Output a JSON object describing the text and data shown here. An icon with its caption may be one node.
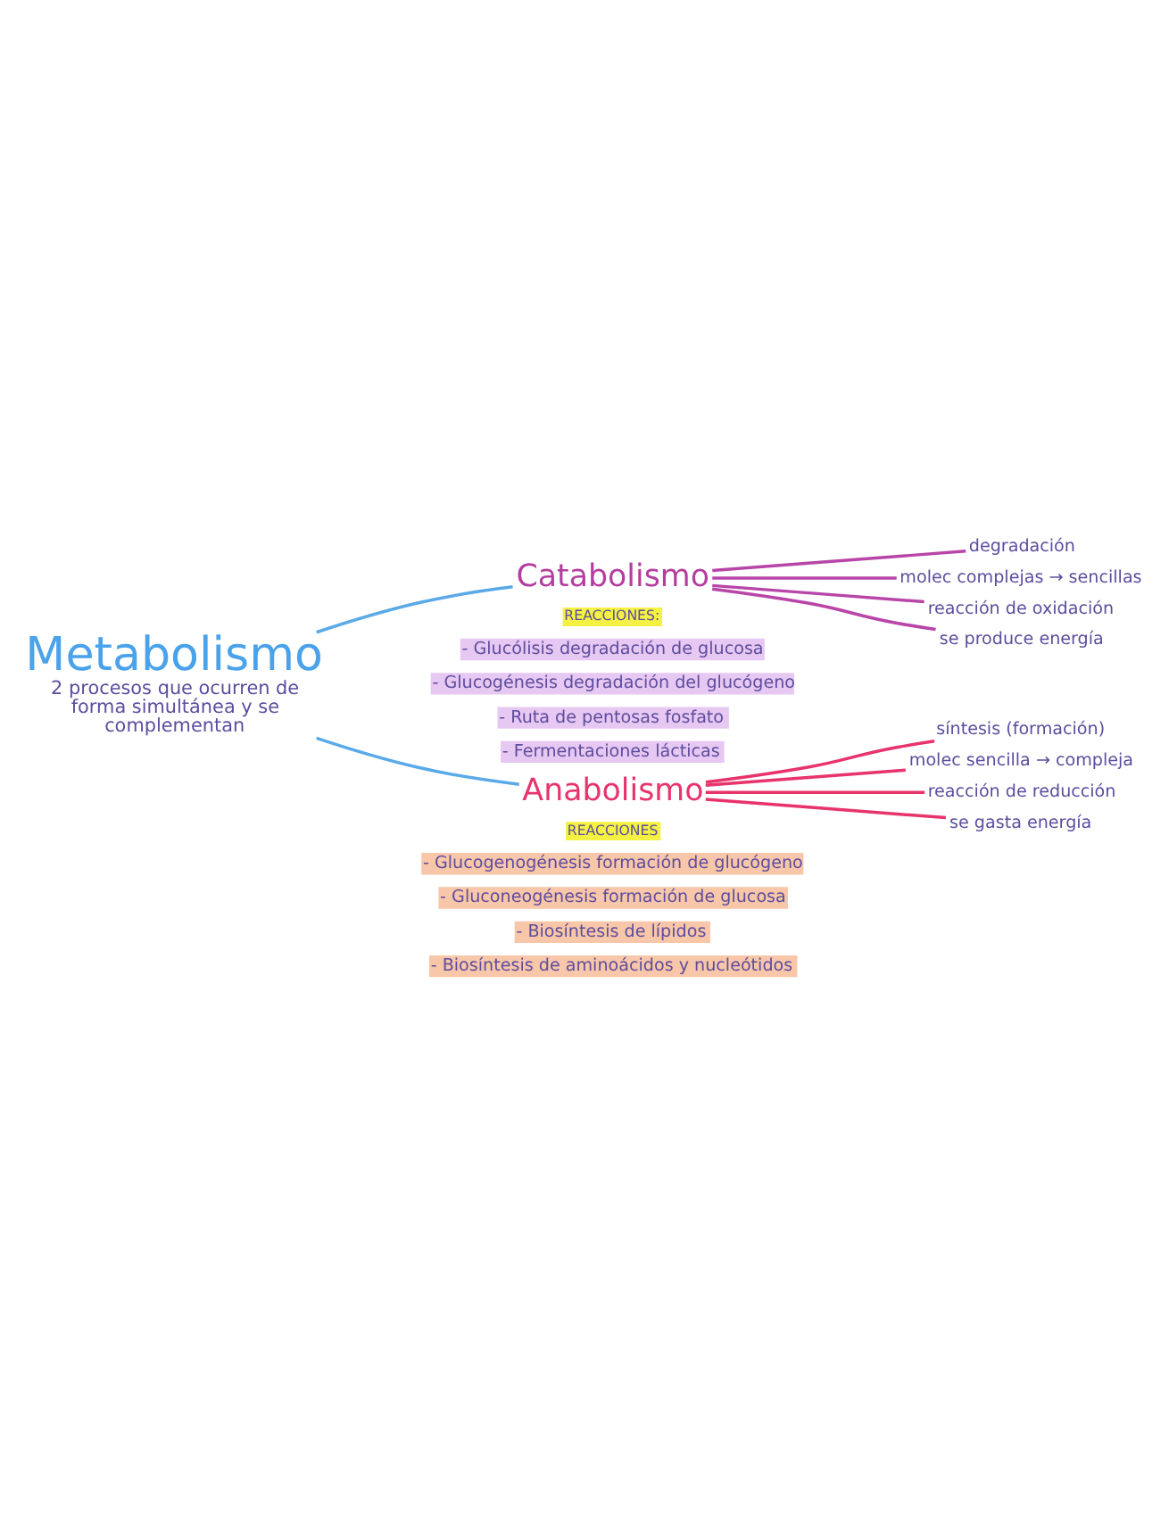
{
  "diagram": {
    "nodes": [
      {
        "text": [
          "Metabolismo"
        ],
        "beside": [
          "2 procesos que ocurren de forma simultánea y se complementan"
        ]
      },
      {
        "text": [
          "Catabolismo"
        ]
      },
      {
        "text": [
          "degradación"
        ]
      },
      {
        "text": [
          "molec complejas → sencillas"
        ]
      },
      {
        "text": [
          "reacción de oxidación"
        ]
      },
      {
        "text": [
          "se produce energía"
        ]
      },
      {
        "text": [
          "Anabolismo"
        ]
      },
      {
        "text": [
          "síntesis (formación)"
        ]
      },
      {
        "text": [
          "molec sencilla → compleja"
        ]
      },
      {
        "text": [
          "reacción de reducción"
        ]
      },
      {
        "text": [
          "se gasta energía"
        ]
      }
    ],
    "edges": [
      {
        "from": 0,
        "to": 1,
        "arrow": "none",
        "color": "#5aaae8"
      },
      {
        "from": 0,
        "to": 6,
        "arrow": "none",
        "color": "#5aaae8"
      },
      {
        "from": 1,
        "to": 2,
        "arrow": "none",
        "color": "#b845a8"
      },
      {
        "from": 1,
        "to": 3,
        "arrow": "none",
        "color": "#b845a8"
      },
      {
        "from": 1,
        "to": 4,
        "arrow": "none",
        "color": "#b845a8"
      },
      {
        "from": 1,
        "to": 5,
        "arrow": "none",
        "color": "#b845a8"
      },
      {
        "from": 6,
        "to": 7,
        "arrow": "none",
        "color": "#e8336b"
      },
      {
        "from": 6,
        "to": 8,
        "arrow": "none",
        "color": "#e8336b"
      },
      {
        "from": 6,
        "to": 9,
        "arrow": "none",
        "color": "#e8336b"
      },
      {
        "from": 6,
        "to": 10,
        "arrow": "none",
        "color": "#e8336b"
      }
    ],
    "labels": [
      "REACCIONES:",
      "- Glucólisis degradación de glucosa",
      "- Glucogénesis degradación del glucógeno",
      "- Ruta de pentosas fosfato",
      "- Fermentaciones lácticas",
      "REACCIONES",
      "- Glucogenogénesis formación de glucógeno",
      "- Gluconeogénesis formación de glucosa",
      "- Biosíntesis de lípidos",
      "- Biosíntesis de aminoácidos y nucleótidos"
    ]
  }
}
